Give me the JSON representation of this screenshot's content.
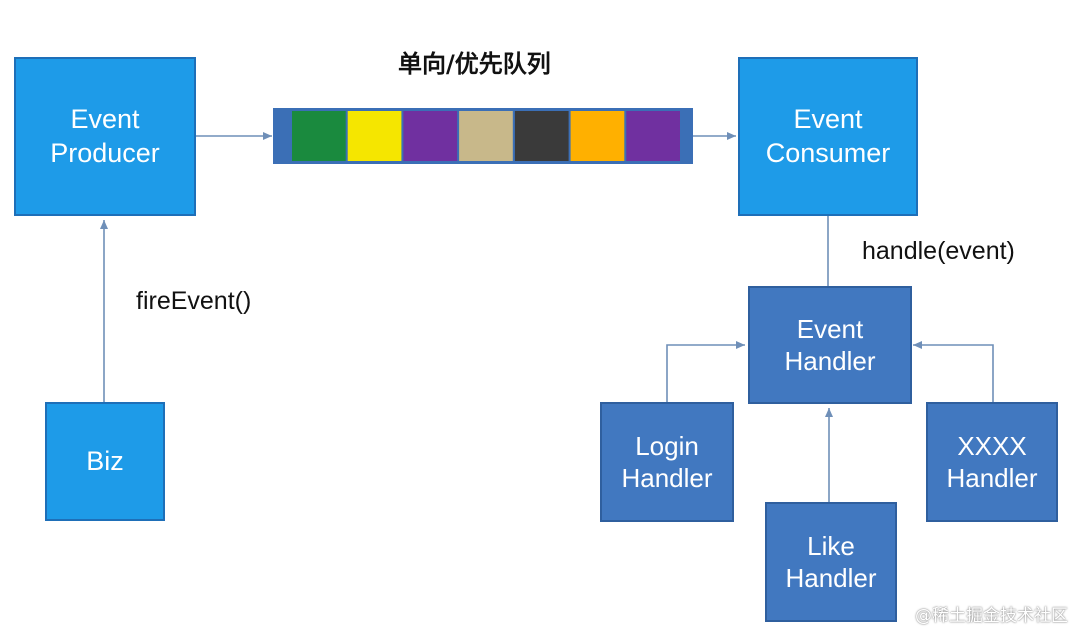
{
  "nodes": {
    "event_producer": "Event\nProducer",
    "event_consumer": "Event\nConsumer",
    "biz": "Biz",
    "event_handler": "Event\nHandler",
    "login_handler": "Login\nHandler",
    "like_handler": "Like\nHandler",
    "xxxx_handler": "XXXX\nHandler"
  },
  "labels": {
    "queue_title": "单向/优先队列",
    "fire_event": "fireEvent()",
    "handle_event": "handle(event)"
  },
  "queue": {
    "cell_colors": [
      "#1a8a3e",
      "#f5e600",
      "#7030a0",
      "#c8b88a",
      "#3a3a3a",
      "#ffb000",
      "#7030a0"
    ],
    "frame_color": "#3b6fb6"
  },
  "watermark": "@稀土掘金技术社区"
}
